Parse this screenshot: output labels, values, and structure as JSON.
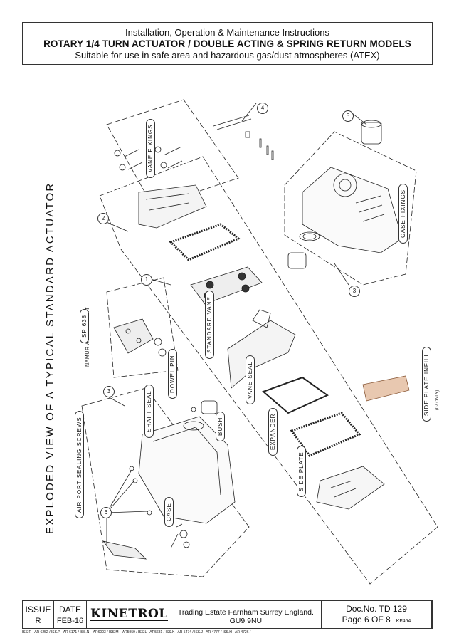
{
  "header": {
    "line1": "Installation, Operation & Maintenance Instructions",
    "line2": "ROTARY 1/4 TURN ACTUATOR / DOUBLE ACTING & SPRING RETURN MODELS",
    "line3": "Suitable for use in safe area and hazardous gas/dust atmospheres (ATEX)"
  },
  "drawing": {
    "title": "EXPLODED VIEW OF A TYPICAL STANDARD ACTUATOR",
    "subtitle": "NAMUR ADAPTOR KIT",
    "labels": {
      "vane_fixings": "VANE FIXINGS",
      "case_fixings": "CASE FIXINGS",
      "sp638": "SP 638",
      "standard_vane": "STANDARD VANE",
      "dowel_pin": "DOWEL PIN",
      "vane_seal": "VANE SEAL",
      "side_plate_infill": "SIDE PLATE INFILL",
      "side_plate_infill_note": "(07 ONLY)",
      "shaft_seal": "SHAFT SEAL",
      "bush": "BUSH",
      "expander": "EXPANDER",
      "air_port_sealing_screws": "AIR PORT SEALING SCREWS",
      "side_plate": "SIDE PLATE",
      "case": "CASE"
    },
    "balloons": [
      "1",
      "2",
      "3",
      "3",
      "4",
      "5",
      "6"
    ]
  },
  "footer": {
    "issue_label": "ISSUE",
    "issue_value": "R",
    "date_label": "DATE",
    "date_value": "FEB-16",
    "brand": "KINETROL",
    "address": "Trading Estate Farnham Surrey England. GU9 9NU",
    "doc_no": "Doc.No. TD 129",
    "page": "Page 6 OF 8",
    "kf": "KF464",
    "revisions": "ISS.R - AR 6252 / ISS.P - AR 6171 / ISS.N – AR6003 / ISS.M – AR5959 / ISS.L - AR5681 / ISS.K - AR 5474 / ISS.J - AR 4777 / ISS.H - AR 4726 /"
  }
}
